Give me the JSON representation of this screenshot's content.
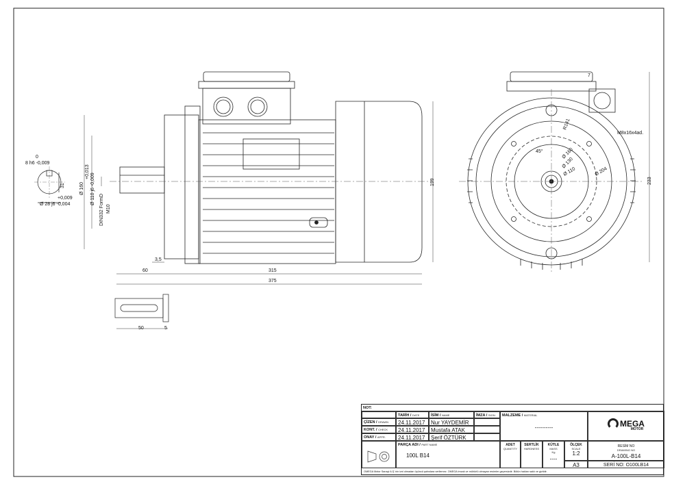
{
  "dims_left": {
    "shaft_tol_top": "0",
    "shaft_fit": "8 h6 -0,009",
    "shaft_key": "31",
    "shaft_tol_a": "+0,009",
    "shaft_diam": "Ø 28 j6 -0,004",
    "flange_160": "Ø 160",
    "flange_tol": "+0,013",
    "flange_110": "Ø 110 j6 -0,009",
    "din": "DIN332 FormD",
    "thread": "M10",
    "d_35": "3,5",
    "d_60": "60",
    "d_315": "315",
    "d_375": "375",
    "d_199": "199",
    "d_50": "50",
    "d_5": "5"
  },
  "dims_right": {
    "d_233": "233",
    "d_m8": "M8x16x4ad.",
    "d_45": "45°",
    "d_160": "Ø 160",
    "d_130": "Ø 130",
    "d_110": "Ø 110",
    "d_204": "Ø 204",
    "d_r141": "R141",
    "d_7": "7"
  },
  "title_block": {
    "not_label": "NOT:",
    "tarih": "TARİH",
    "tarih_en": "DATE",
    "isim": "İSİM",
    "isim_en": "NAME",
    "imza": "İMZA",
    "imza_en": "SIGN.",
    "cizen": "ÇİZEN",
    "cizen_en": "DRAWN",
    "kont": "KONT.",
    "kont_en": "CHECK",
    "onay": "ONAY",
    "onay_en": "APPR.",
    "date1": "24.11.2017",
    "date2": "24.11.2017",
    "date3": "24.11.2017",
    "name1": "Nur YAYDEMİR",
    "name2": "Mustafa ATAK",
    "name3": "Şerif ÖZTÜRK",
    "malzeme": "MALZEME",
    "malzeme_en": "MATERIAL",
    "malzeme_val": "----------",
    "parca": "PARÇA ADI",
    "parca_en": "PART NAME",
    "part_name": "100L B14",
    "adet": "ADET",
    "adet_en": "QUANTITY",
    "sertlik": "SERTLİK",
    "sertlik_en": "HARDNESS",
    "kutle": "KÜTLE",
    "kutle_en": "MASS",
    "kutle_unit": "Kg",
    "kutle_val": "----",
    "olcek": "ÖLÇEK",
    "olcek_en": "SCALE",
    "scale": "1:2",
    "paper": "A3",
    "resim": "RESİM NO",
    "resim_en": "DRAWING NO",
    "drawing_no": "A-100L-B14",
    "seri": "SERİ NO: O100LB14",
    "footer": "OMEGA Motor Sanayi A.Ş.'nin izni olmadan üçüncü şahıslara verilemez. OMEGA imzalı ve mühürlü olmayan resimler geçersizdir. Bütün hakları saklı ve gizlidir.",
    "logo_text": "MEGA",
    "logo_sub": "MOTOR"
  }
}
